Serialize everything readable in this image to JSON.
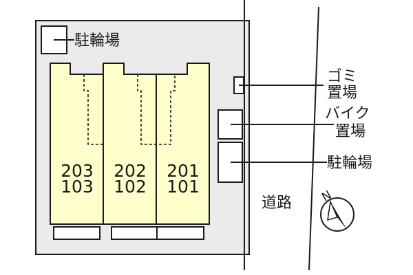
{
  "diagram": {
    "units": [
      {
        "upper": "203",
        "lower": "103"
      },
      {
        "upper": "202",
        "lower": "102"
      },
      {
        "upper": "201",
        "lower": "101"
      }
    ],
    "labels": {
      "bicycle_parking_top": "駐輪場",
      "garbage_line1": "ゴミ",
      "garbage_line2": "置場",
      "bike_line1": "バイク",
      "bike_line2": "置場",
      "bicycle_parking_right": "駐輪場",
      "road": "道路",
      "north": "N"
    },
    "colors": {
      "building_fill": "#ffffcc",
      "lot_fill": "#ebebeb",
      "line": "#1a1a1a"
    }
  }
}
